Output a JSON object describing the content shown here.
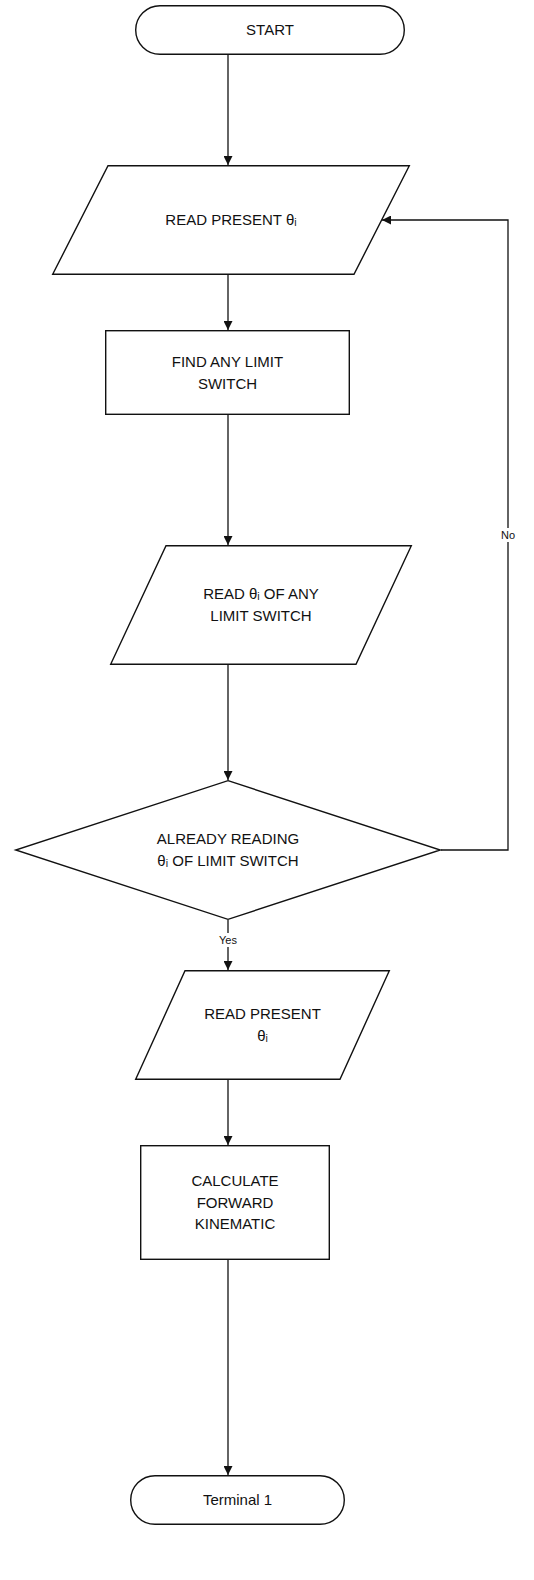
{
  "diagram": {
    "nodes": [
      {
        "text": [
          "START"
        ]
      },
      {
        "text": [
          "READ PRESENT θᵢ"
        ]
      },
      {
        "text": [
          "FIND ANY LIMIT SWITCH"
        ]
      },
      {
        "text": [
          "READ θᵢ OF ANY LIMIT SWITCH"
        ]
      },
      {
        "text": [
          "ALREADY READING θᵢ OF LIMIT SWITCH"
        ]
      },
      {
        "text": [
          "READ PRESENT θᵢ"
        ]
      },
      {
        "text": [
          "CALCULATE FORWARD KINEMATIC"
        ]
      },
      {
        "text": [
          "Terminal 1"
        ]
      }
    ],
    "edges": [
      {
        "from": 0,
        "to": 1,
        "arrow": "to"
      },
      {
        "from": 1,
        "to": 2,
        "arrow": "to"
      },
      {
        "from": 2,
        "to": 3,
        "arrow": "to"
      },
      {
        "from": 3,
        "to": 4,
        "arrow": "to"
      },
      {
        "from": 4,
        "to": 5,
        "label": "Yes",
        "arrow": "to"
      },
      {
        "from": 5,
        "to": 6,
        "arrow": "to"
      },
      {
        "from": 6,
        "to": 7,
        "arrow": "to"
      },
      {
        "from": 4,
        "to": 1,
        "label": "No",
        "arrow": "to"
      }
    ]
  }
}
